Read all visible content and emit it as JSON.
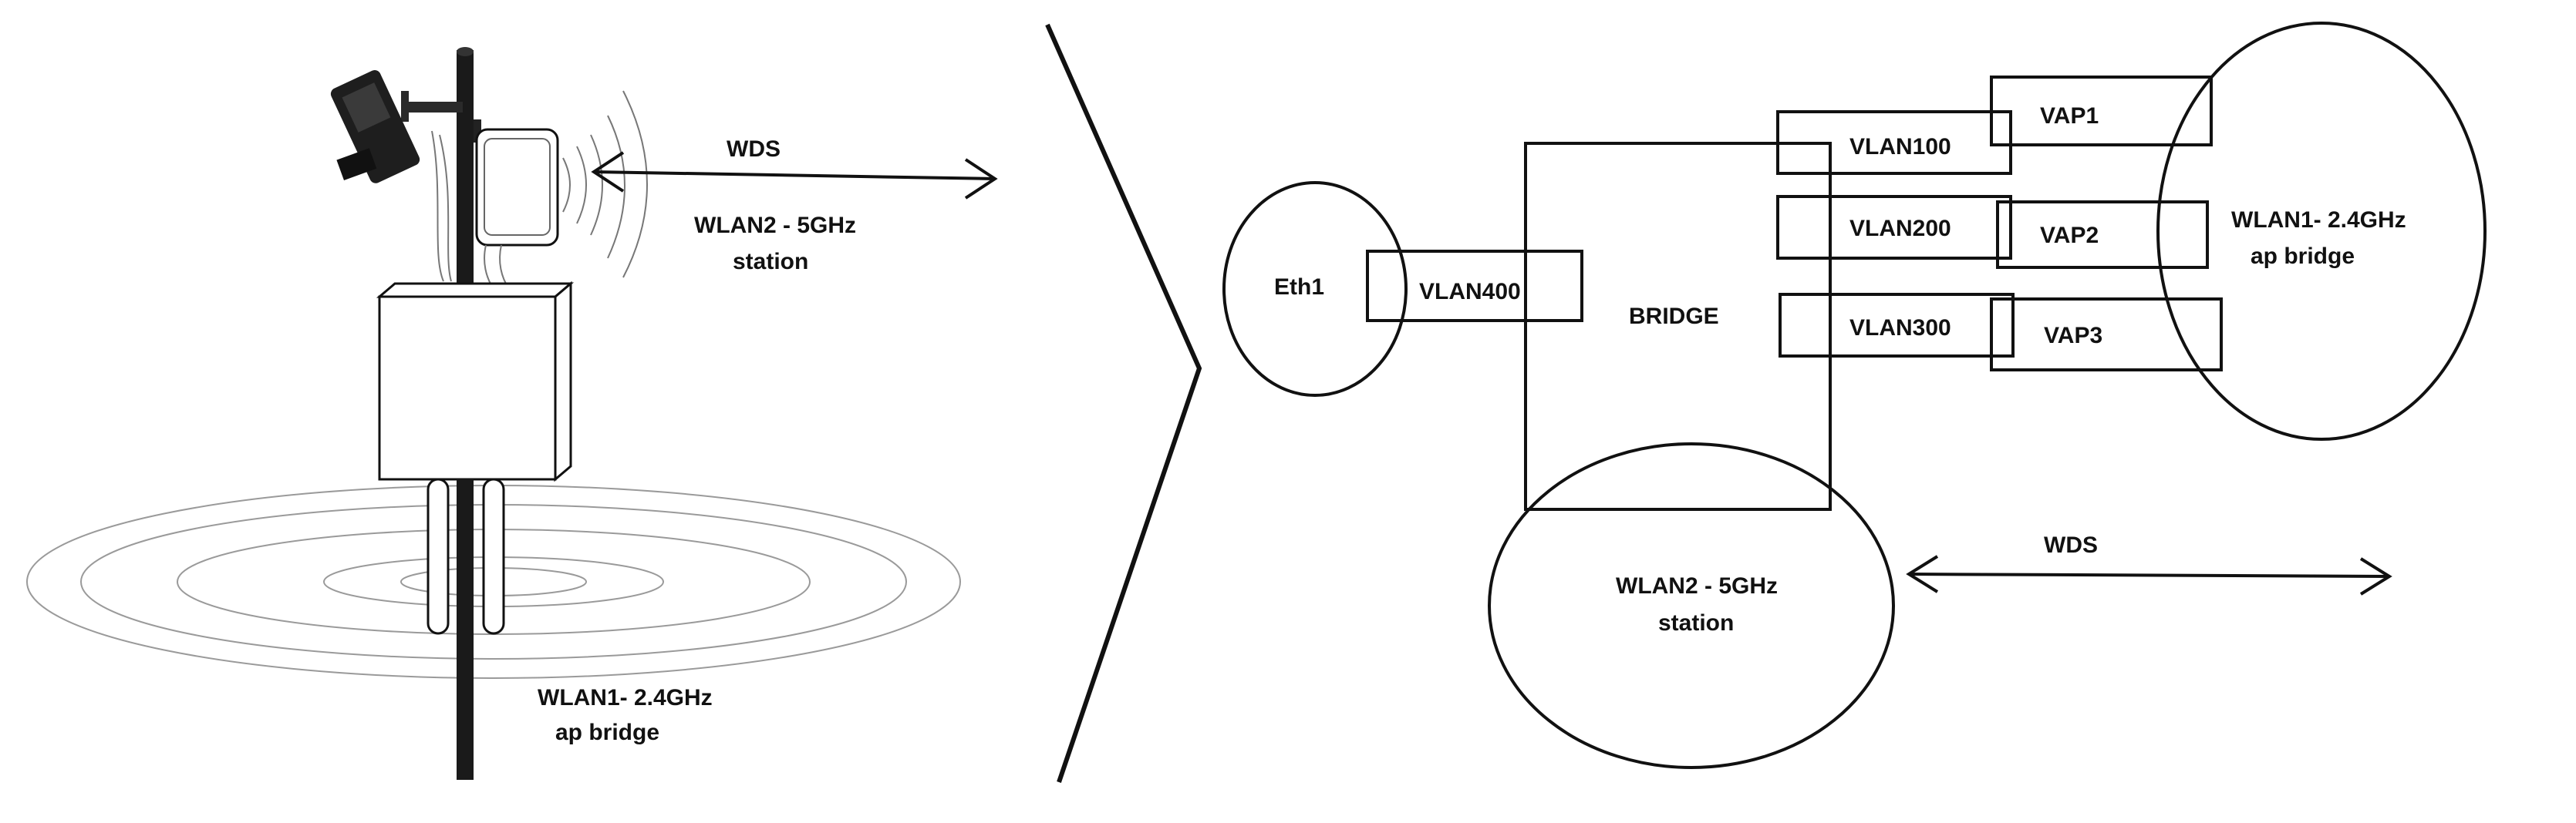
{
  "colors": {
    "ink": "#111111",
    "paper": "#ffffff",
    "ring": "#9a9a9a",
    "pole": "#1a1a1a"
  },
  "left": {
    "wds": "WDS",
    "wlan2_line1": "WLAN2 - 5GHz",
    "wlan2_line2": "station",
    "wlan1_line1": "WLAN1- 2.4GHz",
    "wlan1_line2": "ap bridge"
  },
  "right": {
    "eth1": "Eth1",
    "vlan400": "VLAN400",
    "bridge": "BRIDGE",
    "vlan100": "VLAN100",
    "vlan200": "VLAN200",
    "vlan300": "VLAN300",
    "vap1": "VAP1",
    "vap2": "VAP2",
    "vap3": "VAP3",
    "wlan1_line1": "WLAN1- 2.4GHz",
    "wlan1_line2": "ap bridge",
    "wlan2_line1": "WLAN2 - 5GHz",
    "wlan2_line2": "station",
    "wds": "WDS"
  },
  "icons": [
    "pole-mount-hardware-icon",
    "dish-antenna-icon",
    "panel-antenna-icon",
    "router-enclosure-icon",
    "omni-antenna-icon",
    "radio-wave-icon"
  ]
}
